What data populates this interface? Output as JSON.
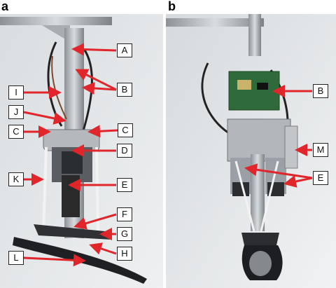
{
  "panels": [
    {
      "letter": "a",
      "labels": [
        "A",
        "B",
        "I",
        "J",
        "C",
        "C",
        "D",
        "K",
        "E",
        "F",
        "G",
        "H",
        "L"
      ]
    },
    {
      "letter": "b",
      "labels": [
        "B",
        "M",
        "E"
      ]
    }
  ],
  "colors": {
    "arrow": "#e0262b",
    "background": "#e9ebec",
    "box_border": "#222222"
  }
}
